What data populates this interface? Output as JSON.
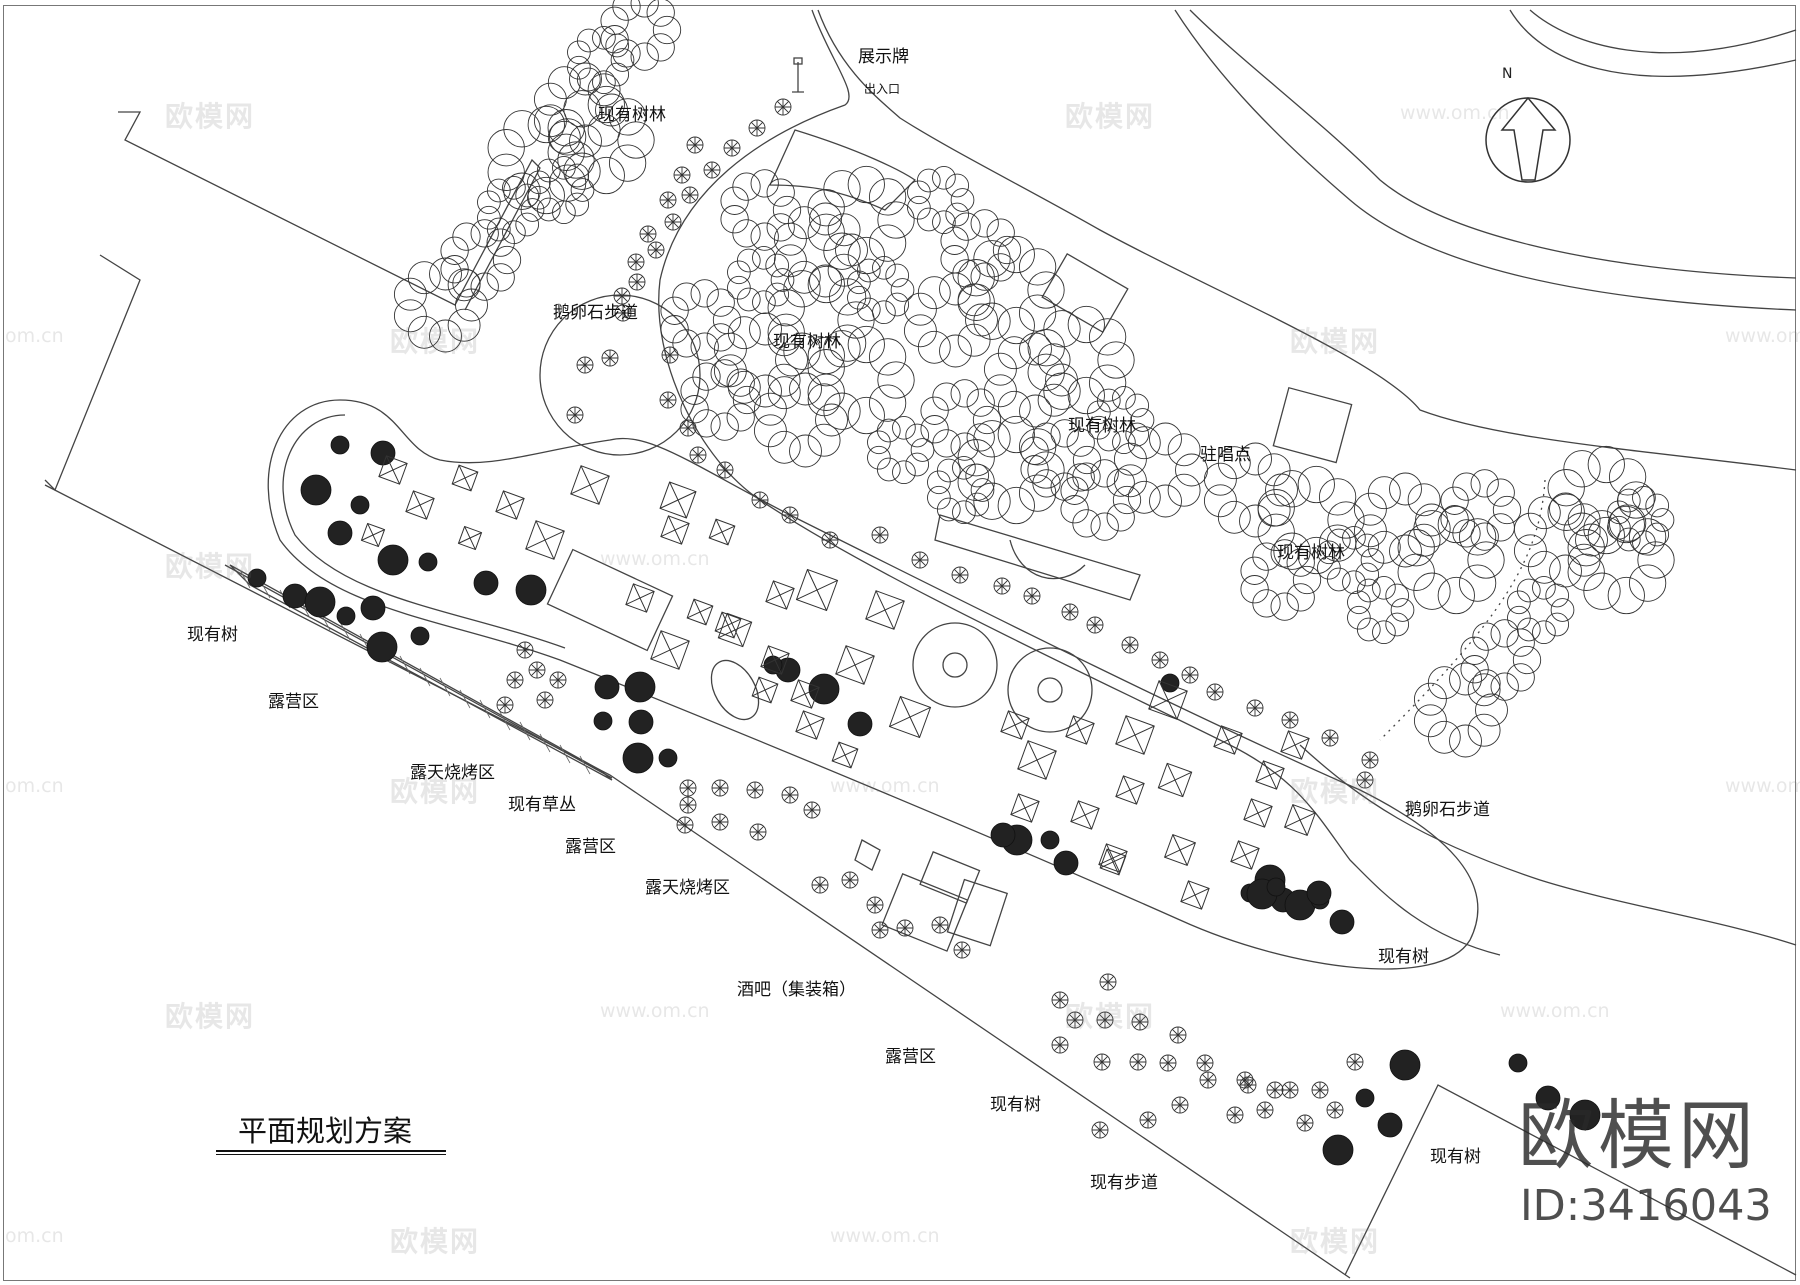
{
  "plan": {
    "title": "平面规划方案",
    "north_label": "N",
    "labels": {
      "display_sign": "展示牌",
      "entrance": "出入口",
      "forest_nw": "现有树林",
      "pebble_path_n": "鹅卵石步道",
      "forest_center": "现有树林",
      "forest_east": "现有树林",
      "forest_far_east": "现有树林",
      "singing_spot": "驻唱点",
      "existing_tree_w": "现有树",
      "camping_w": "露营区",
      "bbq_w": "露天烧烤区",
      "grass": "现有草丛",
      "camping_mid": "露营区",
      "bbq_mid": "露天烧烤区",
      "bar": "酒吧（集装箱）",
      "camping_s": "露营区",
      "existing_tree_s": "现有树",
      "existing_path": "现有步道",
      "pebble_path_e": "鹅卵石步道",
      "existing_tree_e": "现有树",
      "existing_tree_se": "现有树"
    }
  },
  "watermark": {
    "brand": "欧模网",
    "id": "ID:3416043",
    "url": "www.om.cn",
    "url_fragment": "om.cn"
  }
}
